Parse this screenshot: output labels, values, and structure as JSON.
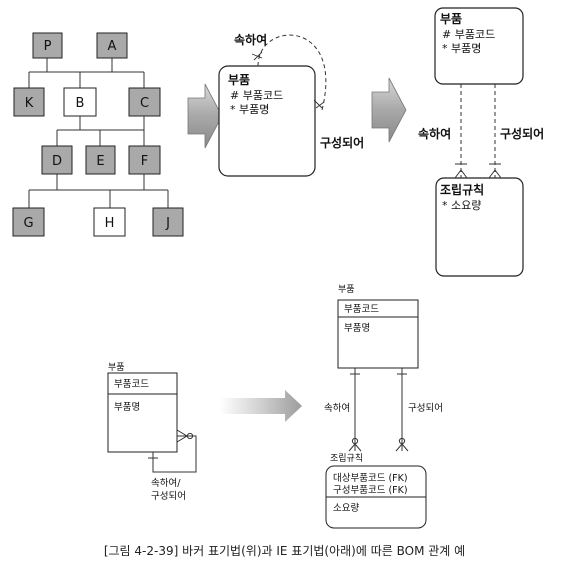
{
  "tree": {
    "nodes": [
      "P",
      "A",
      "K",
      "B",
      "C",
      "D",
      "E",
      "F",
      "G",
      "H",
      "J"
    ]
  },
  "barker_1": {
    "entity_title": "부품",
    "attributes": [
      "#  부품코드",
      "*  부품명"
    ],
    "rel_top": "속하여",
    "rel_right": "구성되어"
  },
  "barker_2": {
    "entity_top_title": "부품",
    "entity_top_attrs": [
      "#  부품코드",
      "*  부품명"
    ],
    "entity_bottom_title": "조립규칙",
    "entity_bottom_attrs": [
      "*  소요량"
    ],
    "rel_left": "속하여",
    "rel_right": "구성되어"
  },
  "ie_1": {
    "entity_label": "부품",
    "key": "부품코드",
    "attribute": "부품명",
    "rel_label_1": "속하여/",
    "rel_label_2": "구성되어"
  },
  "ie_2": {
    "top_label": "부품",
    "top_key": "부품코드",
    "top_attr": "부품명",
    "rel_left": "속하여",
    "rel_right": "구성되어",
    "bottom_label": "조립규칙",
    "bottom_key_1": "대상부품코드 (FK)",
    "bottom_key_2": "구성부품코드 (FK)",
    "bottom_attr": "소요량"
  },
  "caption": "[그림 4-2-39] 바커 표기법(위)과 IE 표기법(아래)에 따른 BOM 관계 예"
}
